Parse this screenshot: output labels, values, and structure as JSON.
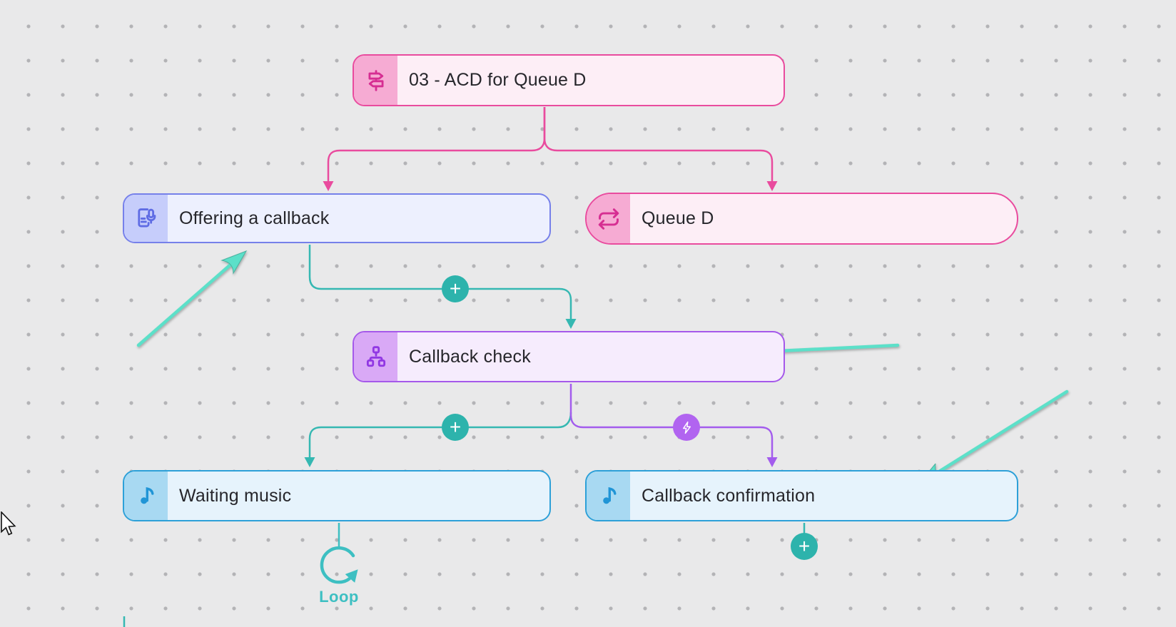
{
  "canvas": {
    "background": "#e9e9ea",
    "grid_dot_color": "#b3b3b6"
  },
  "nodes": [
    {
      "label": "03 - ACD for Queue D",
      "type": "acd",
      "icon": "signpost-icon",
      "color_scheme": "pink"
    },
    {
      "label": "Offering a callback",
      "type": "voice-prompt",
      "icon": "voice-prompt-icon",
      "color_scheme": "indigo"
    },
    {
      "label": "Queue D",
      "type": "queue",
      "icon": "repeat-icon",
      "color_scheme": "pink"
    },
    {
      "label": "Callback check",
      "type": "branch",
      "icon": "branch-icon",
      "color_scheme": "purple"
    },
    {
      "label": "Waiting music",
      "type": "audio",
      "icon": "music-note-icon",
      "color_scheme": "sky"
    },
    {
      "label": "Callback confirmation",
      "type": "audio",
      "icon": "music-note-icon",
      "color_scheme": "sky"
    }
  ],
  "connectors": {
    "plus_glyph": "+",
    "loop_label": "Loop"
  },
  "palette": {
    "pink_border": "#e94b9e",
    "pink_strip": "#f6abd3",
    "pink_body": "#fdeef6",
    "pink_icon": "#d62e92",
    "indigo_border": "#7680ea",
    "indigo_strip": "#c6cdfb",
    "indigo_body": "#edf0fe",
    "indigo_icon": "#5f6ce4",
    "purple_border": "#a559ea",
    "purple_strip": "#d9a9f6",
    "purple_body": "#f6ecfd",
    "purple_icon": "#9137e3",
    "sky_border": "#2da0d8",
    "sky_strip": "#a8d9f2",
    "sky_body": "#e6f3fc",
    "sky_icon": "#2095d6",
    "teal_connector": "#35b8b2",
    "teal_button": "#2db3ac",
    "loop_teal": "#3dbfc2",
    "purple_connector": "#a35ced",
    "lightning_button": "#b164f0",
    "pink_connector": "#e94b9e",
    "annotation_arrow": "#5ce0c9",
    "node_text": "#26262b"
  }
}
